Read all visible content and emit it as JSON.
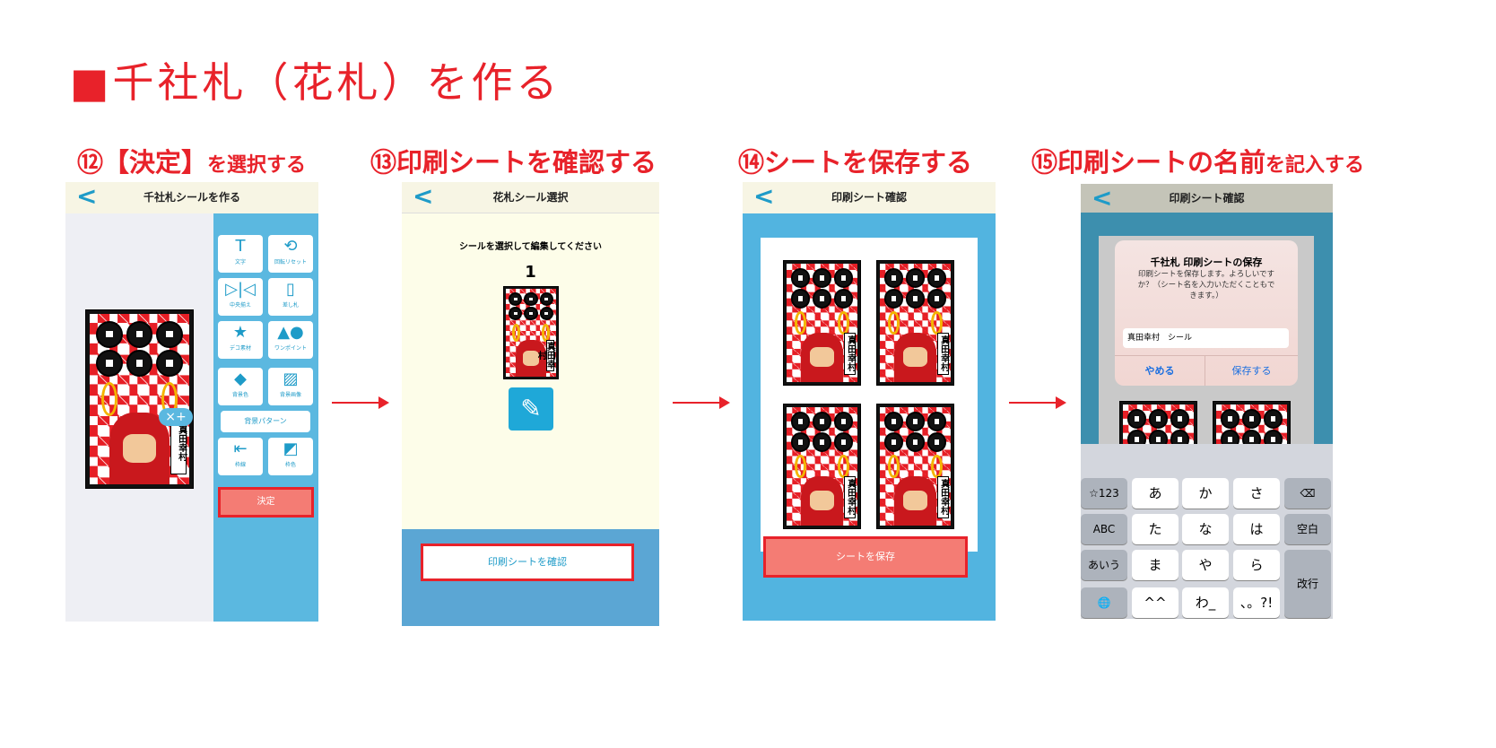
{
  "title": "■千社札（花札）を作る",
  "steps": [
    {
      "num": "⑫",
      "main": "【決定】",
      "rest": "を選択する"
    },
    {
      "num": "⑬",
      "main": "印刷シートを確認する",
      "rest": ""
    },
    {
      "num": "⑭",
      "main": "シートを保存する",
      "rest": ""
    },
    {
      "num": "⑮",
      "main": "印刷シートの名前",
      "rest": "を記入する"
    }
  ],
  "card_name": "真田幸村",
  "panel1": {
    "header": "千社札シールを作る",
    "tools": [
      "文字",
      "回転リセット",
      "中央揃え",
      "差し札",
      "デコ素材",
      "ワンポイント",
      "背景色",
      "背景画像"
    ],
    "pattern": "背景パターン",
    "tools2": [
      "枠線",
      "枠色"
    ],
    "confirm": "決定"
  },
  "panel2": {
    "header": "花札シール選択",
    "instruction": "シールを選択して編集してください",
    "number": "1",
    "confirm": "印刷シートを確認"
  },
  "panel3": {
    "header": "印刷シート確認",
    "save": "シートを保存"
  },
  "panel4": {
    "header": "印刷シート確認",
    "dialog_title": "千社札 印刷シートの保存",
    "dialog_msg": "印刷シートを保存します。よろしいですか？（シート名を入力いただくこともできます。）",
    "input_value": "真田幸村　シール",
    "cancel": "やめる",
    "ok": "保存する",
    "keys": [
      "☆123",
      "あ",
      "か",
      "さ",
      "⌫",
      "ABC",
      "た",
      "な",
      "は",
      "空白",
      "あいう",
      "ま",
      "や",
      "ら",
      "改行",
      "🌐",
      "^^",
      "わ_",
      "、。?!"
    ]
  },
  "colors": {
    "accent": "#e8222a",
    "blue": "#5bb8e0"
  }
}
